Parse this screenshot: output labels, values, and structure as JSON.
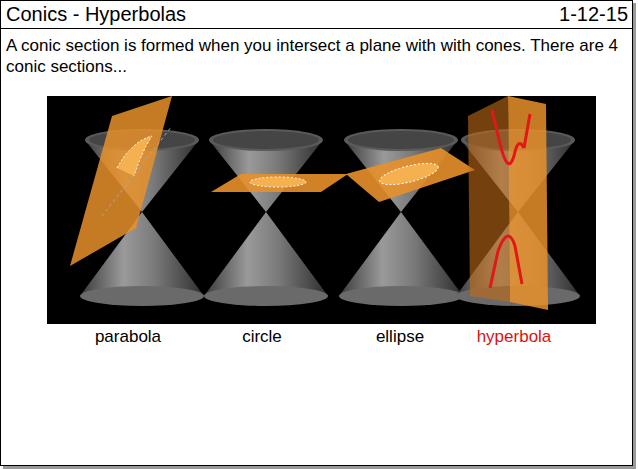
{
  "diagram": {
    "title": "Conics - Hyperbolas",
    "labels": [
      "1-12-15",
      "A conic section is formed when you intersect a plane with with cones. There are 4 conic sections...",
      "parabola",
      "circle",
      "ellipse",
      "hyperbola"
    ]
  }
}
